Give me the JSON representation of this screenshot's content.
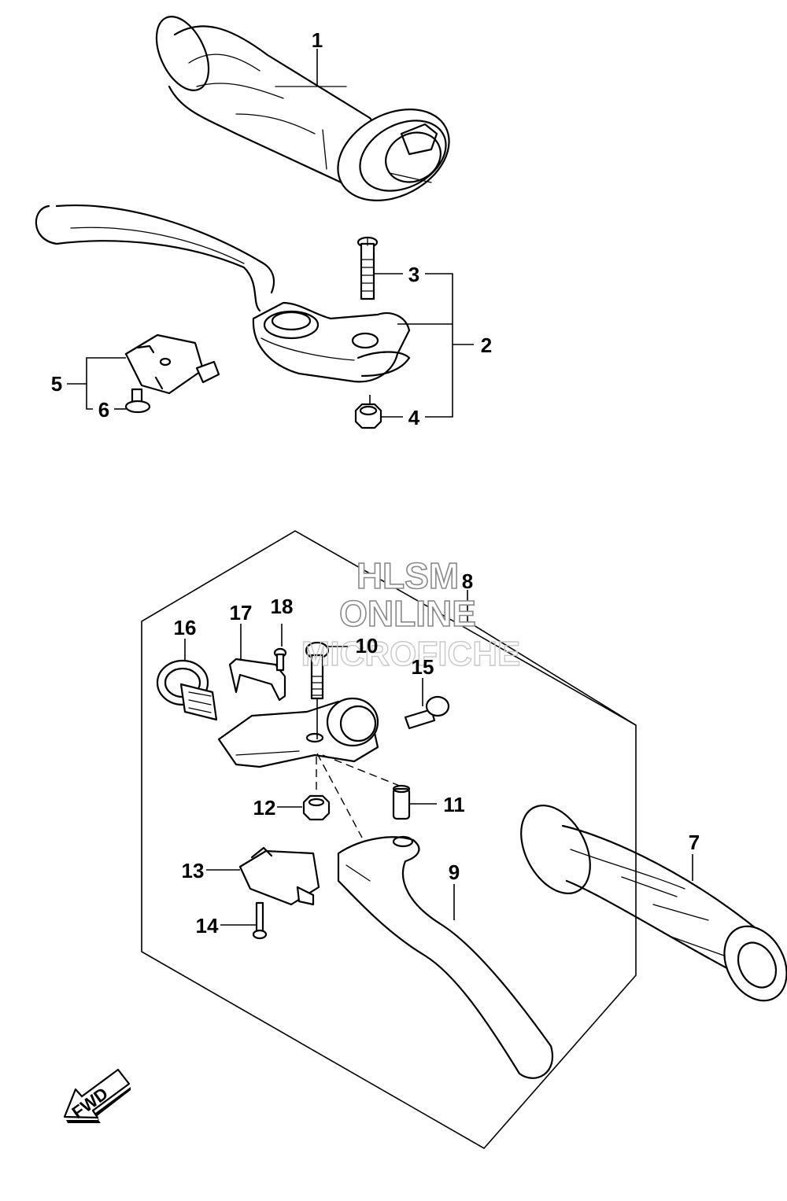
{
  "callouts": [
    {
      "id": "1",
      "label": "1"
    },
    {
      "id": "2",
      "label": "2"
    },
    {
      "id": "3",
      "label": "3"
    },
    {
      "id": "4",
      "label": "4"
    },
    {
      "id": "5",
      "label": "5"
    },
    {
      "id": "6",
      "label": "6"
    },
    {
      "id": "7",
      "label": "7"
    },
    {
      "id": "8",
      "label": "8"
    },
    {
      "id": "9",
      "label": "9"
    },
    {
      "id": "10",
      "label": "10"
    },
    {
      "id": "11",
      "label": "11"
    },
    {
      "id": "12",
      "label": "12"
    },
    {
      "id": "13",
      "label": "13"
    },
    {
      "id": "14",
      "label": "14"
    },
    {
      "id": "15",
      "label": "15"
    },
    {
      "id": "16",
      "label": "16"
    },
    {
      "id": "17",
      "label": "17"
    },
    {
      "id": "18",
      "label": "18"
    }
  ],
  "watermark": {
    "line1": "HLSM",
    "line2": "ONLINE",
    "line3": "MICROFICHE"
  },
  "direction_arrow": {
    "label": "FWD",
    "icon": "fwd-arrow-icon"
  },
  "colors": {
    "ink": "#000000",
    "background": "#ffffff",
    "watermark": "#8a8a8a"
  }
}
